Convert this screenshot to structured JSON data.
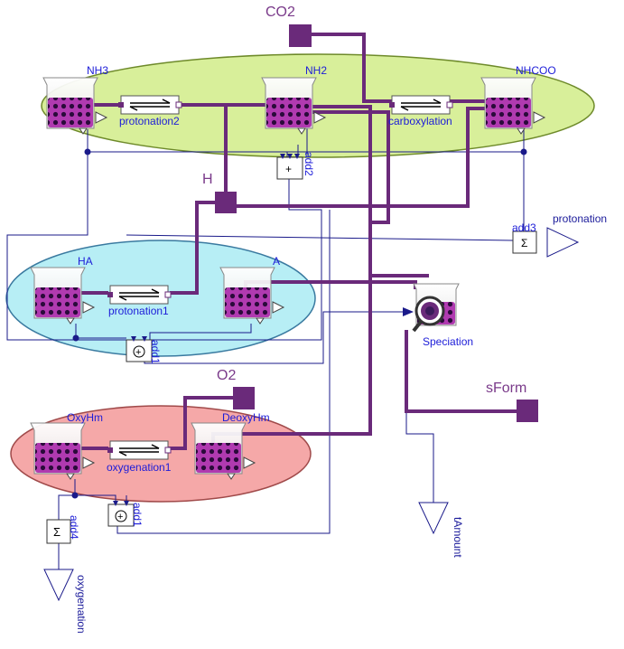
{
  "colors": {
    "ellipse_green": "#d8ef9a",
    "ellipse_cyan": "#b7eef5",
    "ellipse_pink": "#f5a8a8",
    "substance_fill": "#b03ab0",
    "wire_purple": "#6a2a7a",
    "signal_navy": "#1a1a8a",
    "label_blue": "#1c1cd8",
    "label_purple": "#7a3a8a"
  },
  "connectors": {
    "co2": "CO2",
    "h": "H",
    "o2": "O2",
    "sform": "sForm"
  },
  "substances": {
    "nh3": "NH3",
    "nh2": "NH2",
    "nhcoo": "NHCOO",
    "ha": "HA",
    "a": "A",
    "oxyhm": "OxyHm",
    "deoxyhm": "DeoxyHm"
  },
  "reactions": {
    "protonation2": "protonation2",
    "carboxylation": "carboxylation",
    "protonation1": "protonation1",
    "oxygenation1": "oxygenation1"
  },
  "blocks": {
    "add2": "add2",
    "add3": "add3",
    "add1": "add1",
    "add4": "add4",
    "speciation": "Speciation"
  },
  "outputs": {
    "protonation": "protonation",
    "tamount": "tAmount",
    "oxygenation": "oxygenation"
  },
  "icons": [
    "beaker-icon",
    "reaction-arrows-icon",
    "speciation-lens-icon",
    "output-triangle-icon",
    "sum-block-icon"
  ]
}
